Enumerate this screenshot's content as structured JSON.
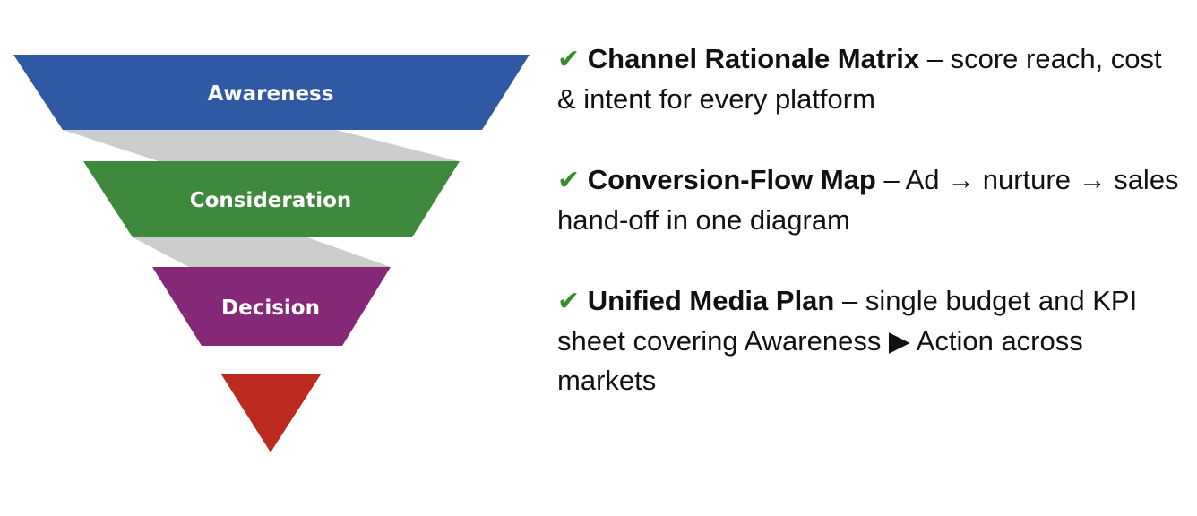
{
  "funnel": {
    "stages": [
      {
        "label": "Awareness",
        "color": "#2f5aa3"
      },
      {
        "label": "Consideration",
        "color": "#3e893b"
      },
      {
        "label": "Decision",
        "color": "#852878"
      },
      {
        "label": "",
        "color": "#bc2a1f"
      }
    ],
    "connector_color": "#cccccc"
  },
  "items": [
    {
      "check": "✔",
      "title": "Channel Rationale Matrix",
      "text": " – score reach, cost & intent for every platform"
    },
    {
      "check": "✔",
      "title": "Conversion-Flow Map",
      "text": " – Ad → nurture → sales hand-off in one diagram"
    },
    {
      "check": "✔",
      "title": "Unified Media Plan",
      "text": " – single budget and KPI sheet covering Awareness ▶ Action across markets"
    }
  ]
}
